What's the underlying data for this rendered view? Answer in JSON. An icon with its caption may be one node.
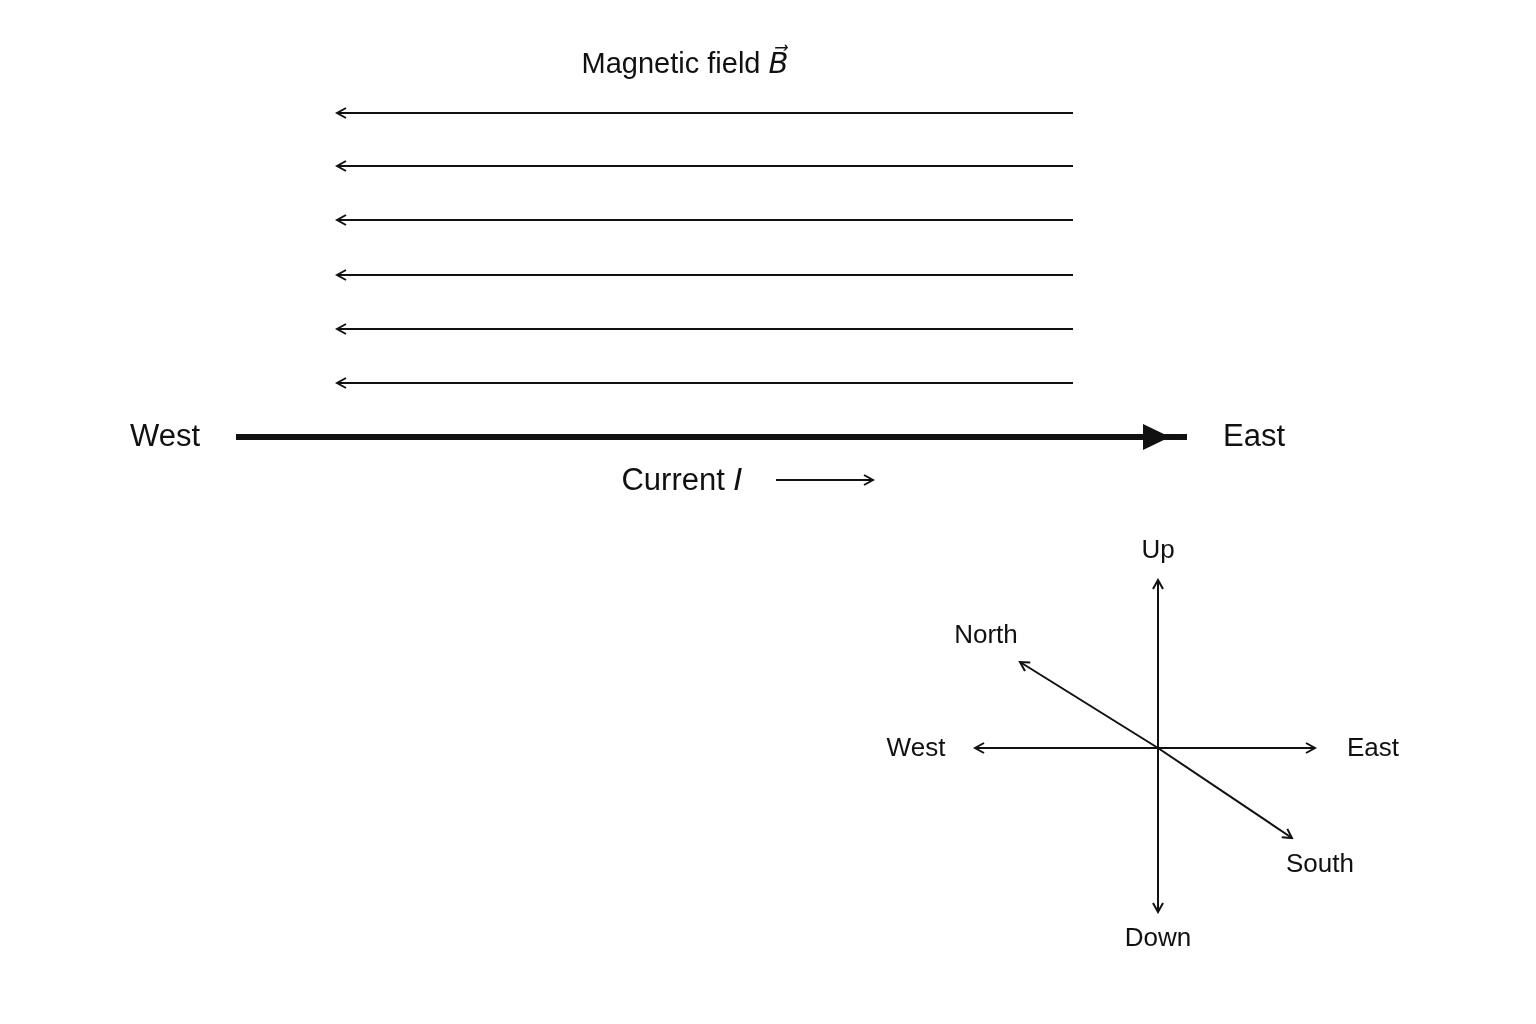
{
  "diagram": {
    "labels": [
      "Magnetic field *B⃗*",
      "West",
      "East",
      "Current *I*",
      "Up",
      "North",
      "West",
      "East",
      "South",
      "Down"
    ]
  }
}
